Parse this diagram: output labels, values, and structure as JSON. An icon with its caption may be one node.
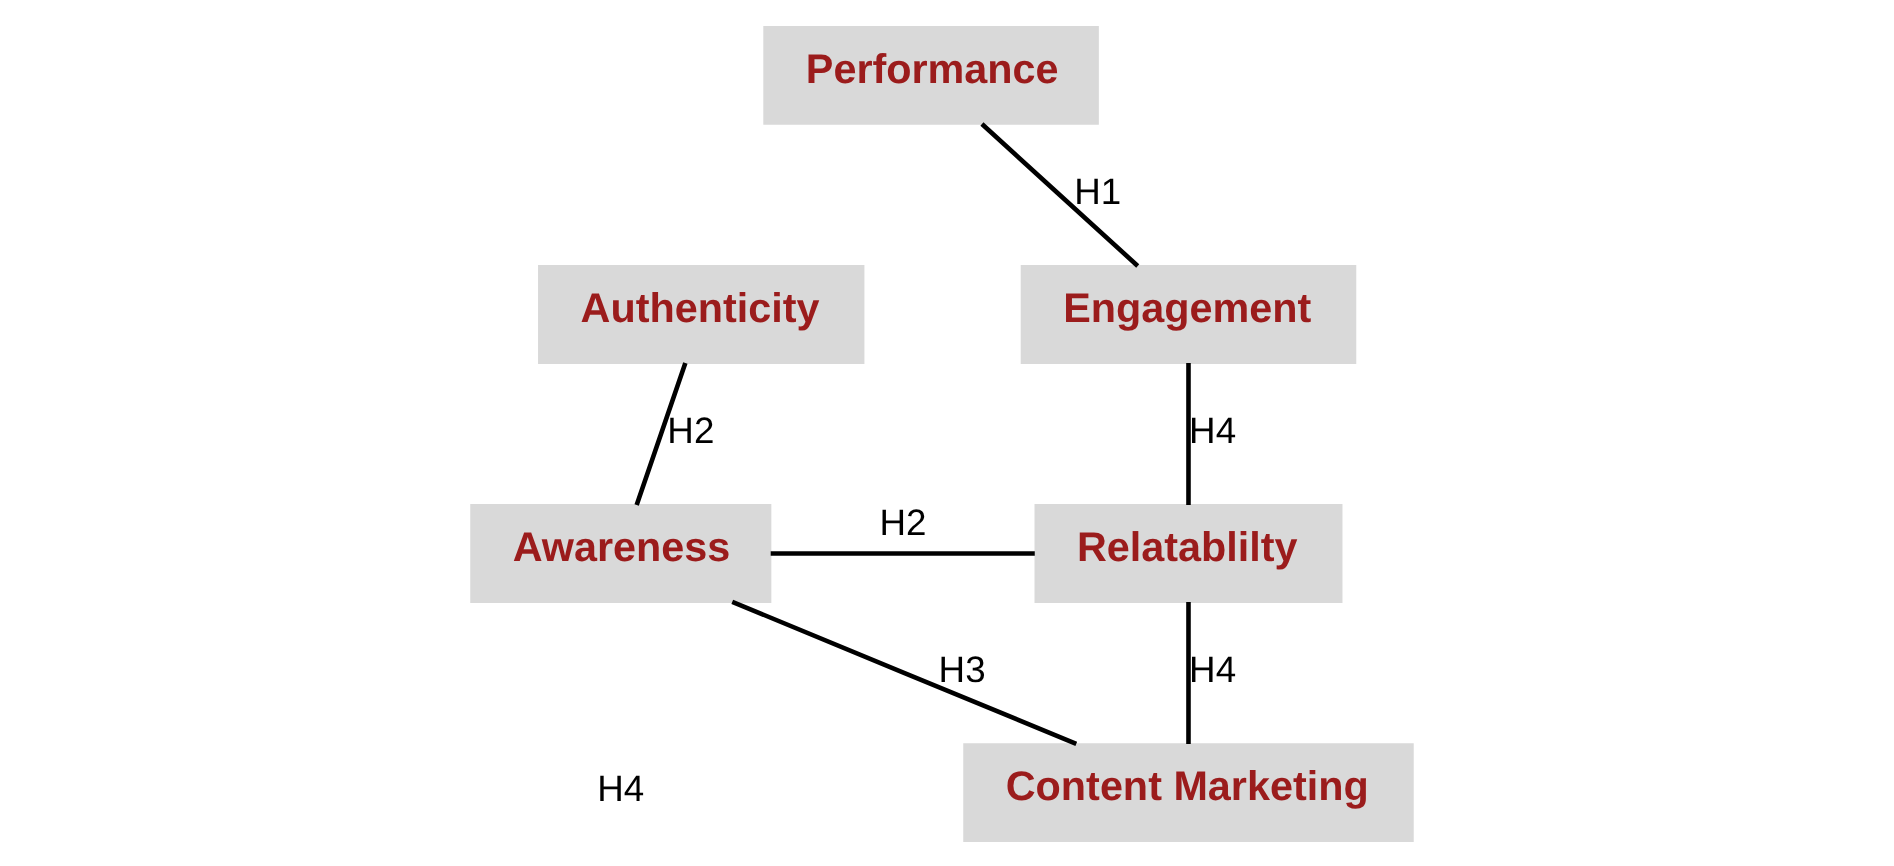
{
  "diagram": {
    "nodes": [
      {
        "text": [
          "Performance"
        ]
      },
      {
        "text": [
          "Authenticity"
        ]
      },
      {
        "text": [
          "Engagement"
        ]
      },
      {
        "text": [
          "Content Marketing"
        ]
      },
      {
        "text": [
          "Awareness"
        ]
      },
      {
        "text": [
          "Relatablilty"
        ]
      }
    ],
    "edges": [
      {
        "from": 0,
        "to": 2,
        "arrow": "none",
        "label": "H1"
      },
      {
        "from": 1,
        "to": 4,
        "arrow": "none",
        "label": "H2"
      },
      {
        "from": 4,
        "to": 3,
        "arrow": "none",
        "label": "H3"
      },
      {
        "from": 3,
        "to": 5,
        "arrow": "none",
        "label": "H4"
      },
      {
        "from": 2,
        "to": 5,
        "arrow": "none",
        "label": "H4"
      },
      {
        "from": 4,
        "to": 5,
        "arrow": "none",
        "label": "H2"
      }
    ],
    "labels": [
      "H4"
    ]
  }
}
